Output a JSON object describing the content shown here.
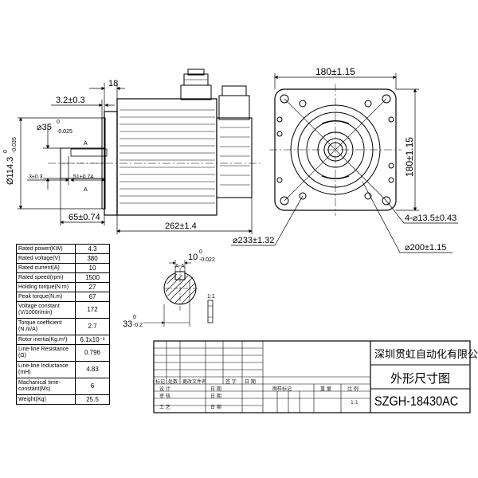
{
  "front_view": {
    "dim_flange_thickness": "3.2±0.3",
    "dim_shaft_dia": "⌀35",
    "dim_shaft_dia_tol": "0",
    "dim_shaft_dia_tol2": "-0.025",
    "dim_pilot_dia": "Ø114.3",
    "dim_pilot_tol": "0",
    "dim_pilot_tol2": "-0.035",
    "dim_key_offset": "3±0.3",
    "dim_key_length": "51±0.74",
    "dim_shaft_length": "65±0.74",
    "dim_body_length": "262±1.4",
    "dim_connector": "18",
    "section_mark": "A"
  },
  "end_view": {
    "dim_width_top": "180±1.15",
    "dim_height_right": "180±1.15",
    "dim_holes": "4-⌀13.5±0.43",
    "dim_bolt_circle": "⌀233±1.32",
    "dim_pilot": "⌀200±1.15"
  },
  "section_view": {
    "dim_key_width": "10",
    "dim_key_width_tol": "0",
    "dim_key_width_tol2": "-0.022",
    "dim_key_depth": "33",
    "dim_key_depth_tol": "0",
    "dim_key_depth_tol2": "-0.2",
    "label_a": "A-A",
    "label_ratio": "1:1"
  },
  "specs": [
    {
      "label": "Rated power(KW)",
      "value": "4.3"
    },
    {
      "label": "Rated voltage(V)",
      "value": "380"
    },
    {
      "label": "Rated current(A)",
      "value": "10"
    },
    {
      "label": "Rated speed(rpm)",
      "value": "1500"
    },
    {
      "label": "Holding torque(N.m)",
      "value": "27"
    },
    {
      "label": "Peak torque(N.m)",
      "value": "67"
    },
    {
      "label": "Voltage constant (V/1000r/min)",
      "value": "172"
    },
    {
      "label": "Torque coefficient (N.m/A)",
      "value": "2.7"
    },
    {
      "label": "Rotor inertia(Kg.m²)",
      "value": "6.1x10⁻³"
    },
    {
      "label": "Line-line Resistance (Ω)",
      "value": "0.796"
    },
    {
      "label": "Line-line Inductance (mH)",
      "value": "4.83"
    },
    {
      "label": "Machanical time-constant(Ms)",
      "value": "6"
    },
    {
      "label": "Weight(Kg)",
      "value": "25.5"
    }
  ],
  "title_block": {
    "company": "深圳贯虹自动化有限公司",
    "drawing_title": "外形尺寸图",
    "model": "SZGH-18430AC",
    "col_mark": "标记",
    "col_count": "处数",
    "col_change_doc": "更改文件名",
    "col_sign": "签 字",
    "col_date": "日 期",
    "row_design": "设 计",
    "row_check": "审 核",
    "row_process": "工 艺",
    "row_date": "日 期",
    "stage_mark": "图样标记",
    "weight": "重 量",
    "ratio": "比 例",
    "ratio_value": "1:1"
  }
}
